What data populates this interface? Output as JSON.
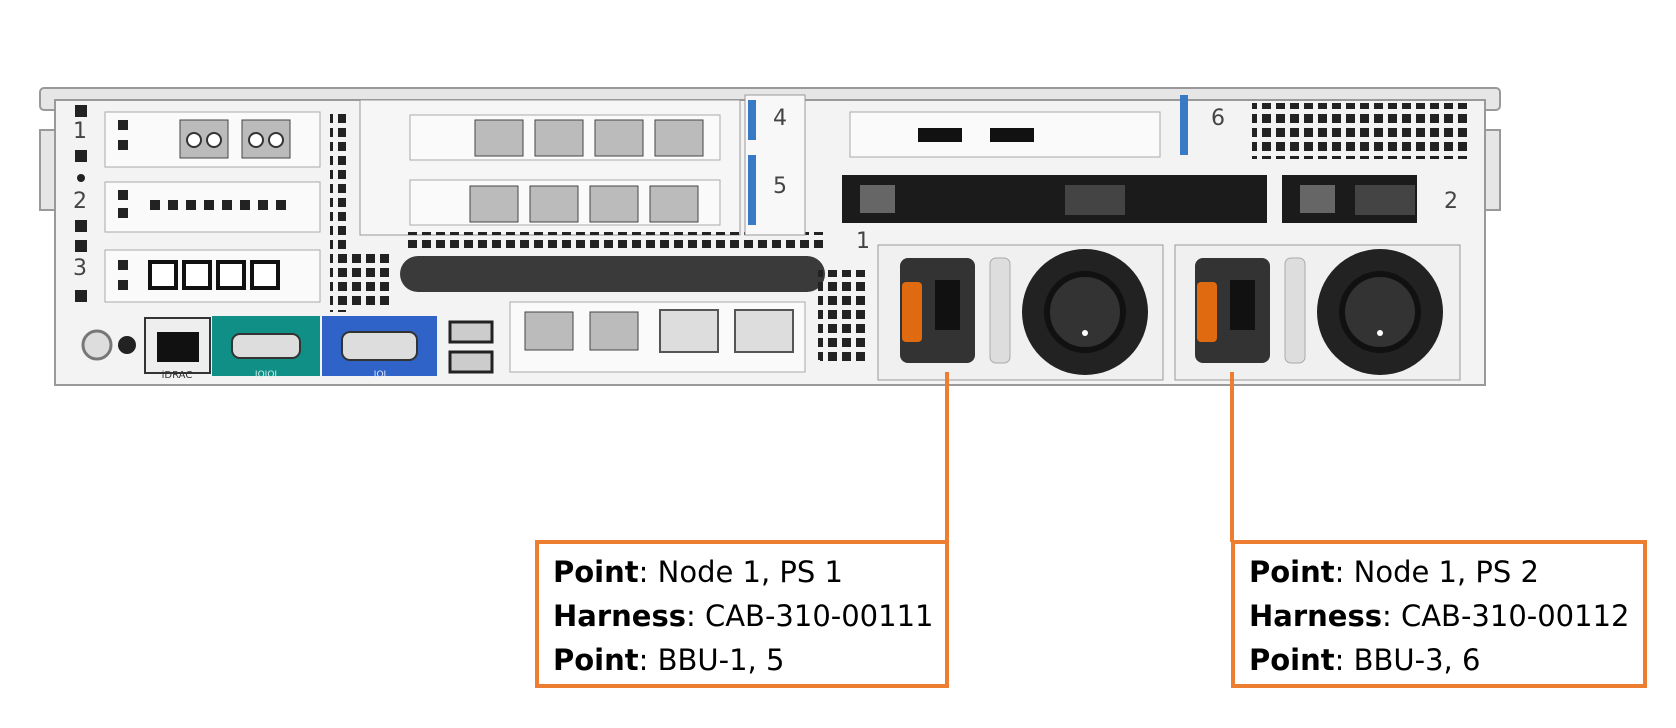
{
  "server": {
    "slot_numbers": [
      "1",
      "2",
      "3",
      "4",
      "5",
      "6"
    ],
    "psu_bay_numbers": [
      "1",
      "2"
    ],
    "port_labels": {
      "idrac": "iDRAC",
      "serial": "IOIOI",
      "vga": "IOI"
    }
  },
  "callouts": [
    {
      "id": "ps1",
      "rows": [
        {
          "key": "Point",
          "value": ": Node 1, PS 1"
        },
        {
          "key": "Harness",
          "value": ": CAB-310-00111"
        },
        {
          "key": "Point",
          "value": ": BBU-1, 5"
        }
      ]
    },
    {
      "id": "ps2",
      "rows": [
        {
          "key": "Point",
          "value": ": Node 1, PS 2"
        },
        {
          "key": "Harness",
          "value": ": CAB-310-00112"
        },
        {
          "key": "Point",
          "value": ": BBU-3, 6"
        }
      ]
    }
  ],
  "colors": {
    "accent": "#ED7D31",
    "chassis": "#f2f2f2",
    "serial_port": "#0f8f86",
    "vga_port": "#2f63c8"
  }
}
